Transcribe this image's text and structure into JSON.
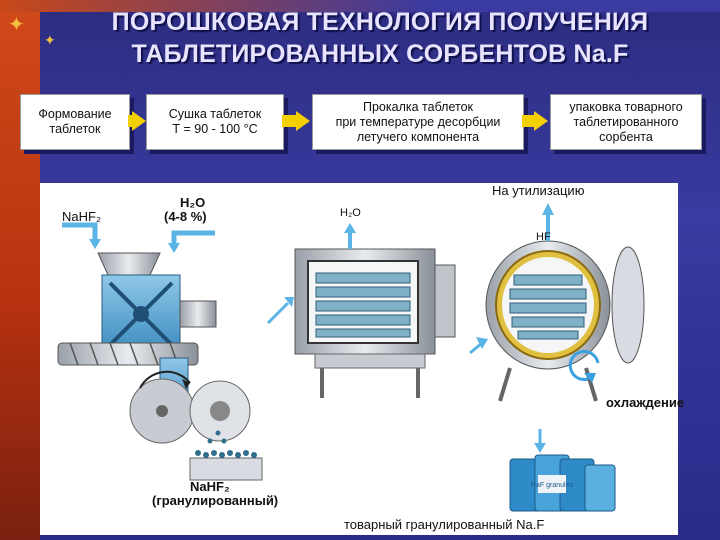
{
  "slide": {
    "title_line1": "ПОРОШКОВАЯ ТЕХНОЛОГИЯ ПОЛУЧЕНИЯ",
    "title_line2": "ТАБЛЕТИРОВАННЫХ СОРБЕНТОВ Na.F",
    "accent_color": "#f3d000",
    "background_color": "#2f2f90"
  },
  "process_steps": [
    {
      "line1": "Формование",
      "line2": "таблеток",
      "line3": ""
    },
    {
      "line1": "Сушка таблеток",
      "line2": "Т = 90 - 100 °С",
      "line3": ""
    },
    {
      "line1": "Прокалка таблеток",
      "line2": "при температуре десорбции",
      "line3": "летучего компонента"
    },
    {
      "line1": "упаковка товарного",
      "line2": "таблетированного",
      "line3": "сорбента"
    }
  ],
  "diagram": {
    "feed_label": "NaHF₂",
    "water_label": "H₂O",
    "water_pct": "(4-8 %)",
    "dryer_vapor": "H₂O",
    "utilization_label": "На утилизацию",
    "hf_label": "HF",
    "cooling_label": "охлаждение",
    "granulated_label": "NaHF₂",
    "granulated_sub": "(гранулированный)",
    "product_label": "товарный гранулированный Na.F",
    "bag_text": "NaF granules"
  }
}
